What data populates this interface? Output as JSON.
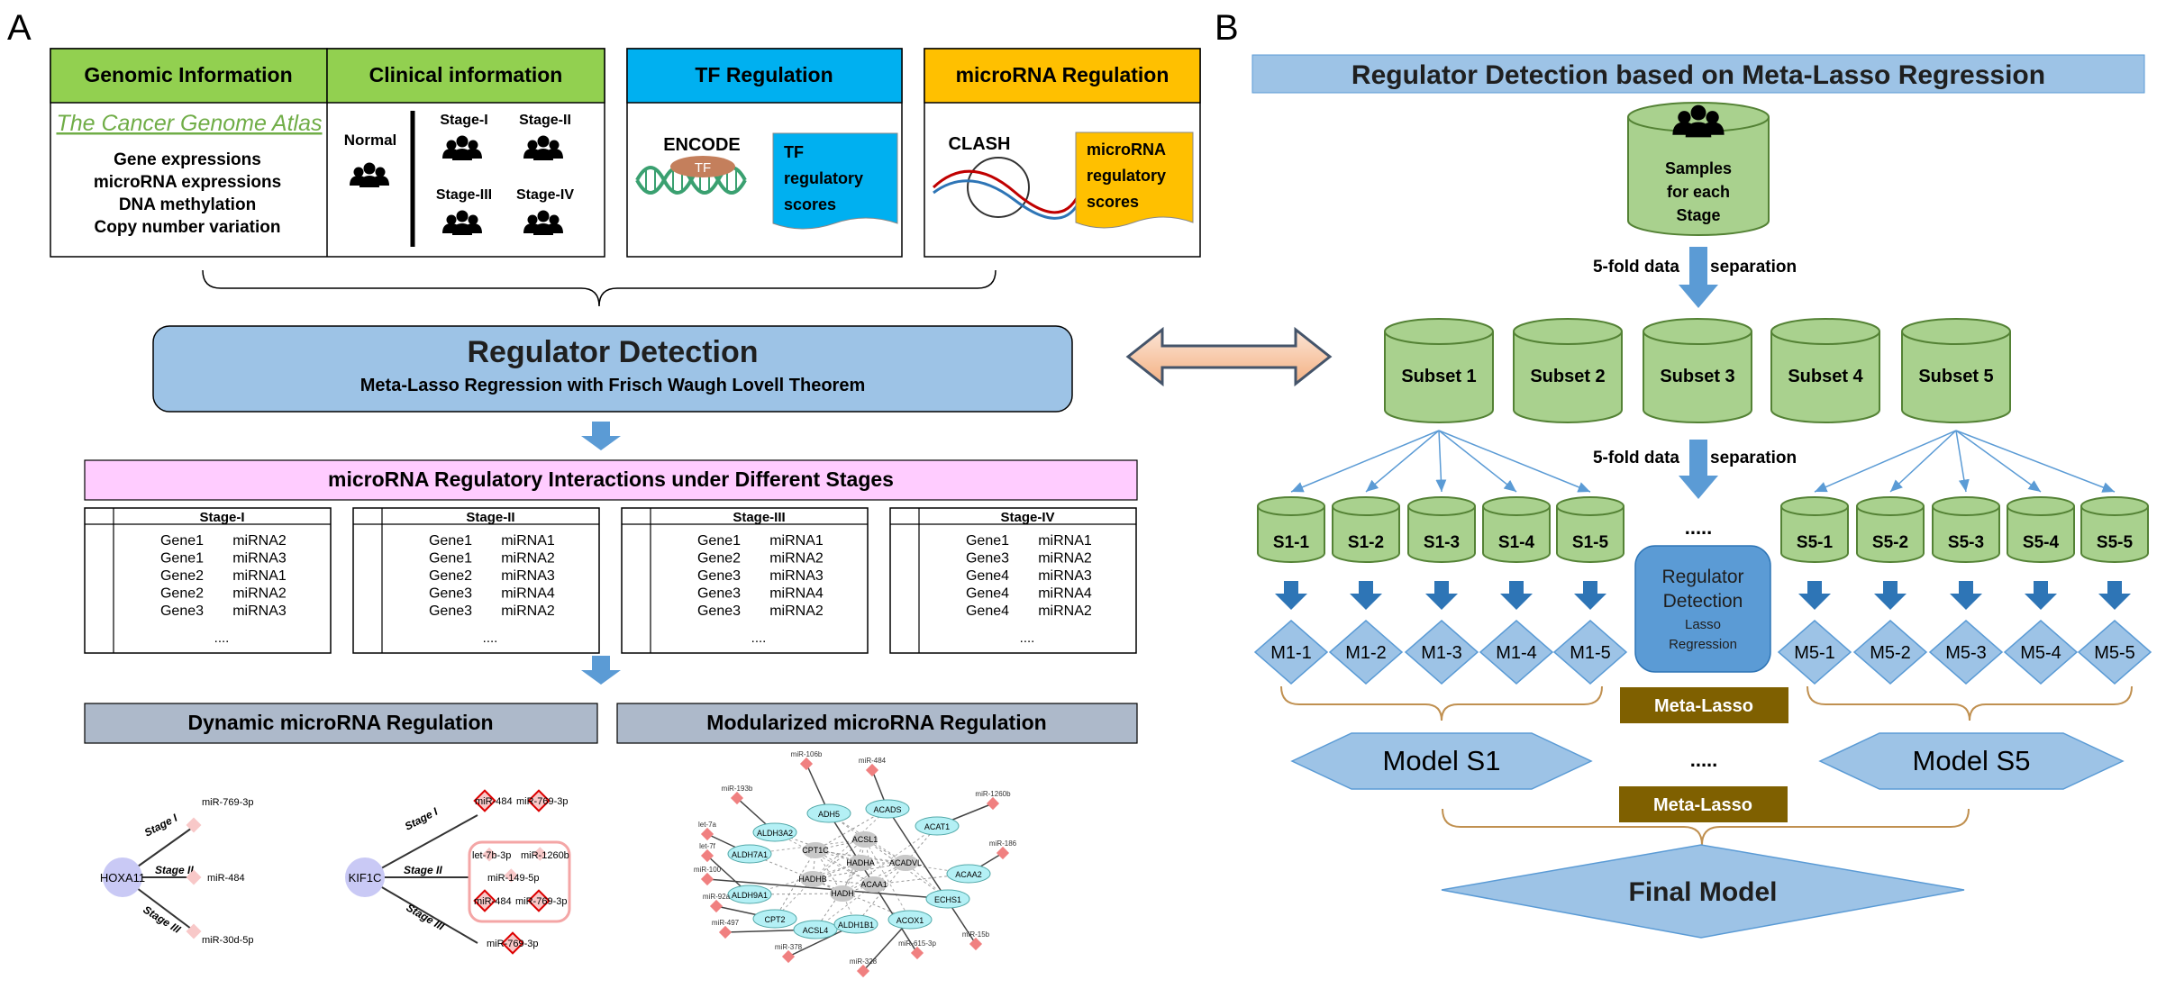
{
  "panel_labels": {
    "a": "A",
    "b": "B"
  },
  "panelA": {
    "genomic": {
      "title": "Genomic Information",
      "tcga": "The Cancer Genome Atlas",
      "items": [
        "Gene expressions",
        "microRNA expressions",
        "DNA methylation",
        "Copy number variation"
      ]
    },
    "clinical": {
      "title": "Clinical information",
      "normal": "Normal",
      "stages": [
        "Stage-I",
        "Stage-II",
        "Stage-III",
        "Stage-IV"
      ]
    },
    "tf": {
      "title": "TF Regulation",
      "source": "ENCODE",
      "badge": "TF",
      "scores": [
        "TF",
        "regulatory",
        "scores"
      ]
    },
    "mirna_reg": {
      "title": "microRNA Regulation",
      "source": "CLASH",
      "scores": [
        "microRNA",
        "regulatory",
        "scores"
      ]
    },
    "detection": {
      "title": "Regulator Detection",
      "subtitle": "Meta-Lasso Regression with Frisch Waugh Lovell Theorem"
    },
    "interactions": {
      "title": "microRNA Regulatory Interactions under Different Stages",
      "tables": [
        {
          "stage": "Stage-I",
          "rows": [
            [
              "Gene1",
              "miRNA2"
            ],
            [
              "Gene1",
              "miRNA3"
            ],
            [
              "Gene2",
              "miRNA1"
            ],
            [
              "Gene2",
              "miRNA2"
            ],
            [
              "Gene3",
              "miRNA3"
            ]
          ],
          "more": "...."
        },
        {
          "stage": "Stage-II",
          "rows": [
            [
              "Gene1",
              "miRNA1"
            ],
            [
              "Gene1",
              "miRNA2"
            ],
            [
              "Gene2",
              "miRNA3"
            ],
            [
              "Gene3",
              "miRNA4"
            ],
            [
              "Gene3",
              "miRNA2"
            ]
          ],
          "more": "...."
        },
        {
          "stage": "Stage-III",
          "rows": [
            [
              "Gene1",
              "miRNA1"
            ],
            [
              "Gene2",
              "miRNA2"
            ],
            [
              "Gene3",
              "miRNA3"
            ],
            [
              "Gene3",
              "miRNA4"
            ],
            [
              "Gene3",
              "miRNA2"
            ]
          ],
          "more": "...."
        },
        {
          "stage": "Stage-IV",
          "rows": [
            [
              "Gene1",
              "miRNA1"
            ],
            [
              "Gene3",
              "miRNA2"
            ],
            [
              "Gene4",
              "miRNA3"
            ],
            [
              "Gene4",
              "miRNA4"
            ],
            [
              "Gene4",
              "miRNA2"
            ]
          ],
          "more": "...."
        }
      ]
    },
    "dynamic": {
      "title": "Dynamic microRNA Regulation",
      "hoxa": {
        "gene": "HOXA11",
        "edges": [
          "Stage I",
          "Stage II",
          "Stage III"
        ],
        "targets": [
          "miR-769-3p",
          "miR-484",
          "miR-30d-5p"
        ]
      },
      "kif": {
        "gene": "KIF1C",
        "edges": [
          "Stage I",
          "Stage II",
          "Stage III"
        ],
        "targets_top": [
          "miR-484",
          "miR-769-3p"
        ],
        "targets_mid": [
          "let-7b-3p",
          "miR-1260b",
          "miR-149-5p",
          "miR-484",
          "miR-769-3p"
        ],
        "targets_bottom": [
          "miR-769-3p"
        ]
      }
    },
    "modular": {
      "title": "Modularized microRNA Regulation",
      "genes_outer": [
        "ADH5",
        "ACADS",
        "ALDH3A2",
        "ACAT1",
        "ALDH7A1",
        "ACAA2",
        "ALDH9A1",
        "ECHS1",
        "CPT2",
        "ACSL4",
        "ALDH1B1",
        "ACOX1"
      ],
      "genes_inner": [
        "ACSL1",
        "CPT1C",
        "HADHA",
        "ACADVL",
        "HADHB",
        "ACAA1",
        "HADH"
      ],
      "mirnas": [
        "miR-106b",
        "miR-484",
        "miR-193b",
        "miR-1260b",
        "let-7a",
        "miR-186",
        "let-7f",
        "miR-100",
        "miR-92a",
        "miR-497",
        "miR-378",
        "miR-328",
        "miR-615-3p",
        "miR-15b"
      ]
    }
  },
  "panelB": {
    "title": "Regulator Detection based on Meta-Lasso Regression",
    "samples": [
      "Samples",
      "for each",
      "Stage"
    ],
    "sep_label": [
      "5-fold data",
      "separation"
    ],
    "subsets": [
      "Subset 1",
      "Subset 2",
      "Subset 3",
      "Subset 4",
      "Subset 5"
    ],
    "s1": [
      "S1-1",
      "S1-2",
      "S1-3",
      "S1-4",
      "S1-5"
    ],
    "s5": [
      "S5-1",
      "S5-2",
      "S5-3",
      "S5-4",
      "S5-5"
    ],
    "m1": [
      "M1-1",
      "M1-2",
      "M1-3",
      "M1-4",
      "M1-5"
    ],
    "m5": [
      "M5-1",
      "M5-2",
      "M5-3",
      "M5-4",
      "M5-5"
    ],
    "dots": ".....",
    "reg_box": {
      "title": [
        "Regulator",
        "Detection"
      ],
      "sub": [
        "Lasso",
        "Regression"
      ]
    },
    "meta_lasso": "Meta-Lasso",
    "model_s1": "Model S1",
    "model_s5": "Model S5",
    "final": "Final Model"
  },
  "colors": {
    "green": "#92d050",
    "blue": "#00b0f0",
    "orange": "#ffc000",
    "lightblue": "#9dc3e6",
    "pink": "#ffccff",
    "gray": "#adb9ca",
    "cyl": "#a9d18e",
    "brown": "#7f6000",
    "arrow": "#5b9bd5"
  }
}
